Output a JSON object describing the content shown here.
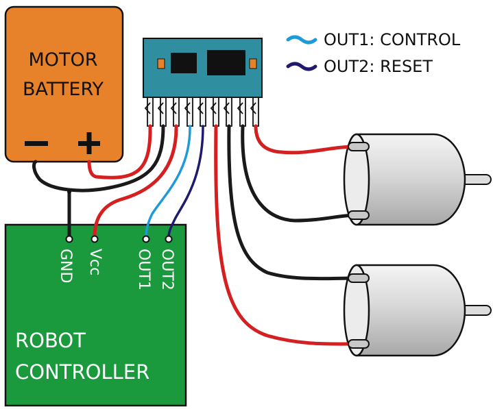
{
  "legend": {
    "out1": "OUT1: CONTROL",
    "out2": "OUT2: RESET",
    "out1_color": "#1e9ad8",
    "out2_color": "#1f1a6e"
  },
  "battery": {
    "line1": "MOTOR",
    "line2": "BATTERY",
    "minus": "−",
    "plus": "+",
    "color": "#e8822a"
  },
  "controller": {
    "line1": "ROBOT",
    "line2": "CONTROLLER",
    "pin_gnd": "GND",
    "pin_vcc": "Vcc",
    "pin_out1": "OUT1",
    "pin_out2": "OUT2",
    "color": "#1a9a3c"
  },
  "colors": {
    "chip": "#2f8fa0",
    "wire_red": "#d42020",
    "wire_black": "#1a1a1a",
    "motor": "#d0d0d0"
  }
}
